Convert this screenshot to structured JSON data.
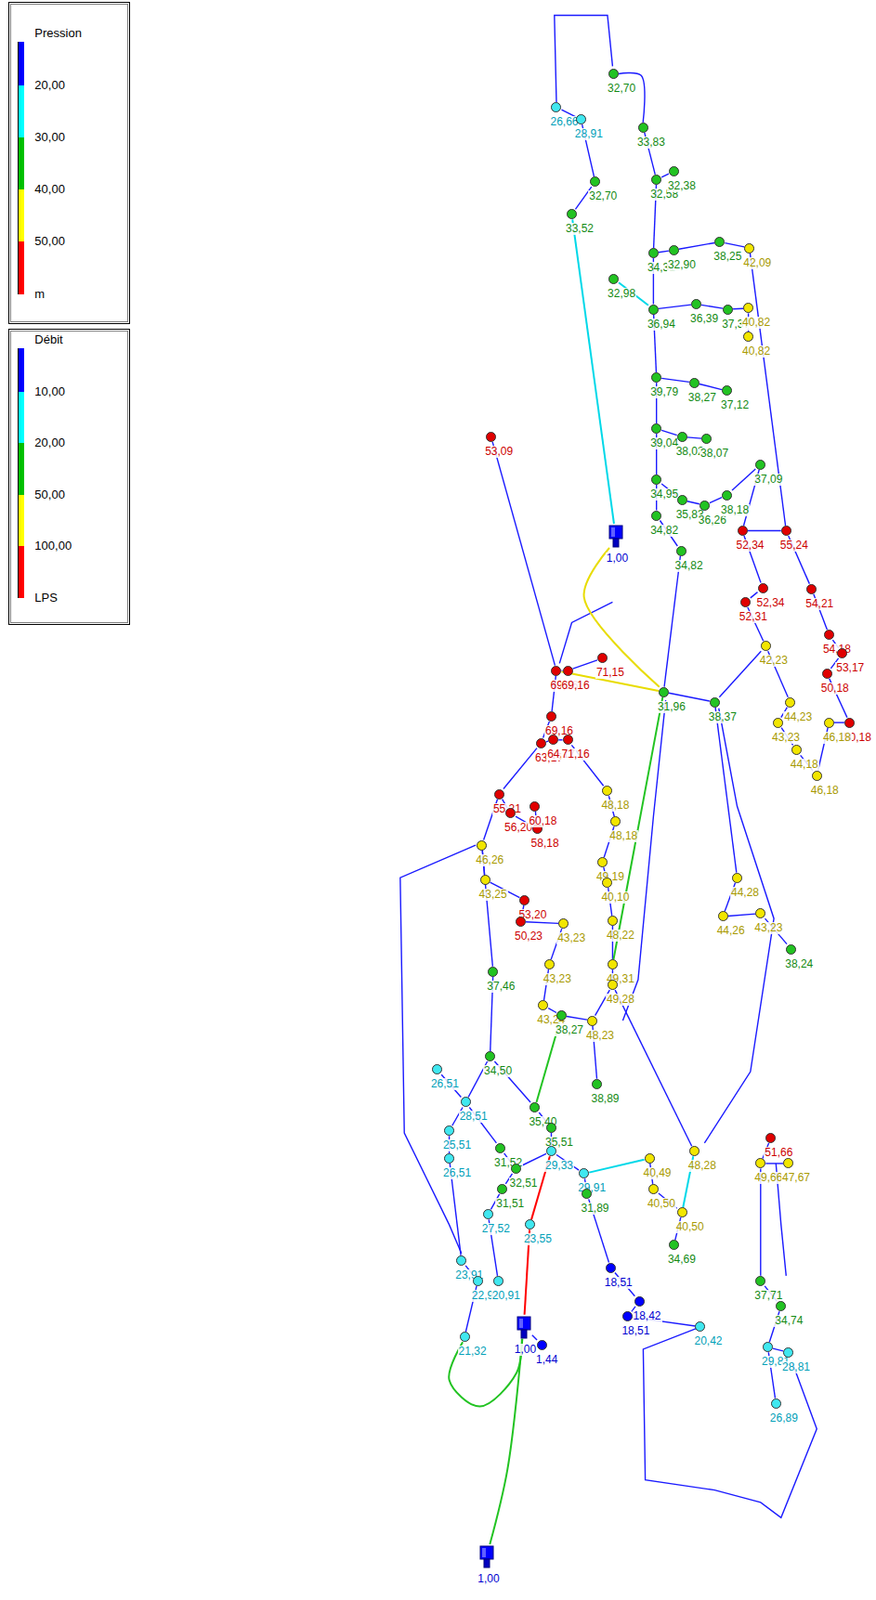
{
  "diagram": {
    "nodes": [
      {
        "text": [
          "32,70"
        ]
      },
      {
        "text": [
          "26,66"
        ]
      },
      {
        "text": [
          "28,91"
        ]
      },
      {
        "text": [
          "33,83"
        ]
      },
      {
        "text": [
          "32,70"
        ]
      },
      {
        "text": [
          "33,52"
        ]
      },
      {
        "text": [
          "32,58"
        ]
      },
      {
        "text": [
          "32,38"
        ]
      },
      {
        "text": [
          "32,98"
        ]
      },
      {
        "text": [
          "34,31"
        ]
      },
      {
        "text": [
          "32,90"
        ]
      },
      {
        "text": [
          "38,25"
        ]
      },
      {
        "text": [
          "42,09"
        ]
      },
      {
        "text": [
          "36,94"
        ]
      },
      {
        "text": [
          "36,39"
        ]
      },
      {
        "text": [
          "37,37"
        ]
      },
      {
        "text": [
          "40,82"
        ]
      },
      {
        "text": [
          "40,82"
        ]
      },
      {
        "text": [
          "39,79"
        ]
      },
      {
        "text": [
          "38,27"
        ]
      },
      {
        "text": [
          "37,12"
        ]
      },
      {
        "text": [
          "39,04"
        ]
      },
      {
        "text": [
          "38,02"
        ]
      },
      {
        "text": [
          "38,07"
        ]
      },
      {
        "text": [
          "37,09"
        ]
      },
      {
        "text": [
          "34,95"
        ]
      },
      {
        "text": [
          "35,83"
        ]
      },
      {
        "text": [
          "34,82"
        ]
      },
      {
        "text": [
          "36,26"
        ]
      },
      {
        "text": [
          "38,18"
        ]
      },
      {
        "text": [
          "34,82"
        ]
      },
      {
        "text": [
          "52,34"
        ]
      },
      {
        "text": [
          "55,24"
        ]
      },
      {
        "text": [
          "52,34"
        ]
      },
      {
        "text": [
          "52,31"
        ]
      },
      {
        "text": [
          "54,21"
        ]
      },
      {
        "text": [
          "54,18"
        ]
      },
      {
        "text": [
          "53,17"
        ]
      },
      {
        "text": [
          "50,18"
        ]
      },
      {
        "text": [
          "50,18"
        ]
      },
      {
        "text": [
          "42,23"
        ]
      },
      {
        "text": [
          "44,23"
        ]
      },
      {
        "text": [
          "43,23"
        ]
      },
      {
        "text": [
          "44,18"
        ]
      },
      {
        "text": [
          "46,18"
        ]
      },
      {
        "text": [
          "46,18"
        ]
      },
      {
        "text": [
          "53,09"
        ]
      },
      {
        "text": [
          "1,00"
        ]
      },
      {
        "text": [
          "31,96"
        ]
      },
      {
        "text": [
          "38,37"
        ]
      },
      {
        "text": [
          "69,16"
        ]
      },
      {
        "text": [
          "69,16"
        ]
      },
      {
        "text": [
          "71,15"
        ]
      },
      {
        "text": [
          "69,16"
        ]
      },
      {
        "text": [
          "63,17"
        ]
      },
      {
        "text": [
          "64,17"
        ]
      },
      {
        "text": [
          "71,16"
        ]
      },
      {
        "text": [
          "55,21"
        ]
      },
      {
        "text": [
          "56,20"
        ]
      },
      {
        "text": [
          "58,18"
        ]
      },
      {
        "text": [
          "60,18"
        ]
      },
      {
        "text": [
          "46,26"
        ]
      },
      {
        "text": [
          "43,25"
        ]
      },
      {
        "text": [
          "53,20"
        ]
      },
      {
        "text": [
          "50,23"
        ]
      },
      {
        "text": [
          "48,18"
        ]
      },
      {
        "text": [
          "48,18"
        ]
      },
      {
        "text": [
          "49,19"
        ]
      },
      {
        "text": [
          "40,10"
        ]
      },
      {
        "text": [
          "48,22"
        ]
      },
      {
        "text": [
          "43,23"
        ]
      },
      {
        "text": [
          "49,31"
        ]
      },
      {
        "text": [
          "49,28"
        ]
      },
      {
        "text": [
          "43,23"
        ]
      },
      {
        "text": [
          "43,24"
        ]
      },
      {
        "text": [
          "38,27"
        ]
      },
      {
        "text": [
          "48,23"
        ]
      },
      {
        "text": [
          "38,89"
        ]
      },
      {
        "text": [
          "44,26"
        ]
      },
      {
        "text": [
          "44,28"
        ]
      },
      {
        "text": [
          "43,23"
        ]
      },
      {
        "text": [
          "38,24"
        ]
      },
      {
        "text": [
          "37,46"
        ]
      },
      {
        "text": [
          "34,50"
        ]
      },
      {
        "text": [
          "26,51"
        ]
      },
      {
        "text": [
          "28,51"
        ]
      },
      {
        "text": [
          "25,51"
        ]
      },
      {
        "text": [
          "26,51"
        ]
      },
      {
        "text": [
          "31,52"
        ]
      },
      {
        "text": [
          "35,40"
        ]
      },
      {
        "text": [
          "35,51"
        ]
      },
      {
        "text": [
          "29,33"
        ]
      },
      {
        "text": [
          "32,51"
        ]
      },
      {
        "text": [
          "31,51"
        ]
      },
      {
        "text": [
          "27,52"
        ]
      },
      {
        "text": [
          "23,91"
        ]
      },
      {
        "text": [
          "22,91"
        ]
      },
      {
        "text": [
          "20,91"
        ]
      },
      {
        "text": [
          "21,32"
        ]
      },
      {
        "text": [
          "1,00"
        ]
      },
      {
        "text": [
          "1,44"
        ]
      },
      {
        "text": [
          "23,55"
        ]
      },
      {
        "text": [
          "29,91"
        ]
      },
      {
        "text": [
          "31,89"
        ]
      },
      {
        "text": [
          "18,51"
        ]
      },
      {
        "text": [
          "18,42"
        ]
      },
      {
        "text": [
          "18,51"
        ]
      },
      {
        "text": [
          "20,42"
        ]
      },
      {
        "text": [
          "40,49"
        ]
      },
      {
        "text": [
          "40,50"
        ]
      },
      {
        "text": [
          "34,69"
        ]
      },
      {
        "text": [
          "40,50"
        ]
      },
      {
        "text": [
          "48,28"
        ]
      },
      {
        "text": [
          "51,66"
        ]
      },
      {
        "text": [
          "49,66"
        ]
      },
      {
        "text": [
          "47,67"
        ]
      },
      {
        "text": [
          "37,71"
        ]
      },
      {
        "text": [
          "34,74"
        ]
      },
      {
        "text": [
          "29,81"
        ]
      },
      {
        "text": [
          "28,81"
        ]
      },
      {
        "text": [
          "26,89"
        ]
      },
      {
        "text": [
          "1,00"
        ]
      }
    ],
    "edges": [
      {
        "from": 1,
        "to": 2,
        "arrow": "none"
      },
      {
        "from": 0,
        "to": 3,
        "arrow": "none"
      },
      {
        "from": 2,
        "to": 4,
        "arrow": "none"
      },
      {
        "from": 4,
        "to": 5,
        "arrow": "none"
      },
      {
        "from": 3,
        "to": 6,
        "arrow": "none"
      },
      {
        "from": 6,
        "to": 7,
        "arrow": "none"
      },
      {
        "from": 5,
        "to": 47,
        "arrow": "none"
      },
      {
        "from": 6,
        "to": 9,
        "arrow": "none"
      },
      {
        "from": 9,
        "to": 10,
        "arrow": "none"
      },
      {
        "from": 10,
        "to": 11,
        "arrow": "none"
      },
      {
        "from": 11,
        "to": 12,
        "arrow": "none"
      },
      {
        "from": 9,
        "to": 13,
        "arrow": "none"
      },
      {
        "from": 8,
        "to": 13,
        "arrow": "none"
      },
      {
        "from": 13,
        "to": 14,
        "arrow": "none"
      },
      {
        "from": 14,
        "to": 15,
        "arrow": "none"
      },
      {
        "from": 15,
        "to": 16,
        "arrow": "none"
      },
      {
        "from": 16,
        "to": 17,
        "arrow": "none"
      },
      {
        "from": 13,
        "to": 18,
        "arrow": "none"
      },
      {
        "from": 18,
        "to": 19,
        "arrow": "none"
      },
      {
        "from": 19,
        "to": 20,
        "arrow": "none"
      },
      {
        "from": 18,
        "to": 21,
        "arrow": "none"
      },
      {
        "from": 21,
        "to": 22,
        "arrow": "none"
      },
      {
        "from": 22,
        "to": 23,
        "arrow": "none"
      },
      {
        "from": 21,
        "to": 25,
        "arrow": "none"
      },
      {
        "from": 25,
        "to": 26,
        "arrow": "none"
      },
      {
        "from": 26,
        "to": 28,
        "arrow": "none"
      },
      {
        "from": 28,
        "to": 29,
        "arrow": "none"
      },
      {
        "from": 25,
        "to": 27,
        "arrow": "none"
      },
      {
        "from": 27,
        "to": 30,
        "arrow": "none"
      },
      {
        "from": 29,
        "to": 24,
        "arrow": "none"
      },
      {
        "from": 24,
        "to": 31,
        "arrow": "none"
      },
      {
        "from": 31,
        "to": 33,
        "arrow": "none"
      },
      {
        "from": 33,
        "to": 34,
        "arrow": "none"
      },
      {
        "from": 31,
        "to": 32,
        "arrow": "none"
      },
      {
        "from": 32,
        "to": 35,
        "arrow": "none"
      },
      {
        "from": 35,
        "to": 36,
        "arrow": "none"
      },
      {
        "from": 36,
        "to": 37,
        "arrow": "none"
      },
      {
        "from": 37,
        "to": 38,
        "arrow": "none"
      },
      {
        "from": 38,
        "to": 39,
        "arrow": "none"
      },
      {
        "from": 12,
        "to": 32,
        "arrow": "none"
      },
      {
        "from": 47,
        "to": 48,
        "arrow": "none"
      },
      {
        "from": 50,
        "to": 48,
        "arrow": "none"
      },
      {
        "from": 48,
        "to": 49,
        "arrow": "none"
      },
      {
        "from": 49,
        "to": 40,
        "arrow": "none"
      },
      {
        "from": 40,
        "to": 41,
        "arrow": "none"
      },
      {
        "from": 41,
        "to": 42,
        "arrow": "none"
      },
      {
        "from": 42,
        "to": 43,
        "arrow": "none"
      },
      {
        "from": 43,
        "to": 45,
        "arrow": "none"
      },
      {
        "from": 44,
        "to": 45,
        "arrow": "none"
      },
      {
        "from": 39,
        "to": 44,
        "arrow": "none"
      },
      {
        "from": 34,
        "to": 40,
        "arrow": "none"
      },
      {
        "from": 30,
        "to": 48,
        "arrow": "none"
      },
      {
        "from": 46,
        "to": 50,
        "arrow": "none"
      },
      {
        "from": 50,
        "to": 51,
        "arrow": "none"
      },
      {
        "from": 51,
        "to": 52,
        "arrow": "none"
      },
      {
        "from": 50,
        "to": 53,
        "arrow": "none"
      },
      {
        "from": 53,
        "to": 54,
        "arrow": "none"
      },
      {
        "from": 54,
        "to": 55,
        "arrow": "none"
      },
      {
        "from": 55,
        "to": 56,
        "arrow": "none"
      },
      {
        "from": 54,
        "to": 57,
        "arrow": "none"
      },
      {
        "from": 57,
        "to": 58,
        "arrow": "none"
      },
      {
        "from": 58,
        "to": 59,
        "arrow": "none"
      },
      {
        "from": 59,
        "to": 60,
        "arrow": "none"
      },
      {
        "from": 57,
        "to": 61,
        "arrow": "none"
      },
      {
        "from": 61,
        "to": 62,
        "arrow": "none"
      },
      {
        "from": 62,
        "to": 63,
        "arrow": "none"
      },
      {
        "from": 63,
        "to": 64,
        "arrow": "none"
      },
      {
        "from": 56,
        "to": 65,
        "arrow": "none"
      },
      {
        "from": 65,
        "to": 66,
        "arrow": "none"
      },
      {
        "from": 66,
        "to": 67,
        "arrow": "none"
      },
      {
        "from": 67,
        "to": 68,
        "arrow": "none"
      },
      {
        "from": 68,
        "to": 69,
        "arrow": "none"
      },
      {
        "from": 69,
        "to": 71,
        "arrow": "none"
      },
      {
        "from": 71,
        "to": 72,
        "arrow": "none"
      },
      {
        "from": 70,
        "to": 73,
        "arrow": "none"
      },
      {
        "from": 73,
        "to": 74,
        "arrow": "none"
      },
      {
        "from": 74,
        "to": 75,
        "arrow": "none"
      },
      {
        "from": 75,
        "to": 76,
        "arrow": "none"
      },
      {
        "from": 72,
        "to": 76,
        "arrow": "none"
      },
      {
        "from": 76,
        "to": 77,
        "arrow": "none"
      },
      {
        "from": 64,
        "to": 70,
        "arrow": "none"
      },
      {
        "from": 48,
        "to": 71,
        "arrow": "none"
      },
      {
        "from": 49,
        "to": 79,
        "arrow": "none"
      },
      {
        "from": 79,
        "to": 78,
        "arrow": "none"
      },
      {
        "from": 78,
        "to": 80,
        "arrow": "none"
      },
      {
        "from": 80,
        "to": 81,
        "arrow": "none"
      },
      {
        "from": 61,
        "to": 82,
        "arrow": "none"
      },
      {
        "from": 82,
        "to": 83,
        "arrow": "none"
      },
      {
        "from": 83,
        "to": 85,
        "arrow": "none"
      },
      {
        "from": 84,
        "to": 85,
        "arrow": "none"
      },
      {
        "from": 85,
        "to": 86,
        "arrow": "none"
      },
      {
        "from": 86,
        "to": 87,
        "arrow": "none"
      },
      {
        "from": 85,
        "to": 88,
        "arrow": "none"
      },
      {
        "from": 88,
        "to": 92,
        "arrow": "none"
      },
      {
        "from": 83,
        "to": 89,
        "arrow": "none"
      },
      {
        "from": 89,
        "to": 90,
        "arrow": "none"
      },
      {
        "from": 90,
        "to": 91,
        "arrow": "none"
      },
      {
        "from": 91,
        "to": 92,
        "arrow": "none"
      },
      {
        "from": 92,
        "to": 93,
        "arrow": "none"
      },
      {
        "from": 93,
        "to": 94,
        "arrow": "none"
      },
      {
        "from": 94,
        "to": 97,
        "arrow": "none"
      },
      {
        "from": 87,
        "to": 95,
        "arrow": "none"
      },
      {
        "from": 95,
        "to": 96,
        "arrow": "none"
      },
      {
        "from": 96,
        "to": 98,
        "arrow": "none"
      },
      {
        "from": 98,
        "to": 99,
        "arrow": "none"
      },
      {
        "from": 99,
        "to": 101,
        "arrow": "none"
      },
      {
        "from": 101,
        "to": 91,
        "arrow": "none"
      },
      {
        "from": 121,
        "to": 99,
        "arrow": "none"
      },
      {
        "from": 99,
        "to": 100,
        "arrow": "none"
      },
      {
        "from": 75,
        "to": 89,
        "arrow": "none"
      },
      {
        "from": 91,
        "to": 102,
        "arrow": "none"
      },
      {
        "from": 102,
        "to": 108,
        "arrow": "none"
      },
      {
        "from": 102,
        "to": 103,
        "arrow": "none"
      },
      {
        "from": 103,
        "to": 104,
        "arrow": "none"
      },
      {
        "from": 104,
        "to": 105,
        "arrow": "none"
      },
      {
        "from": 105,
        "to": 106,
        "arrow": "none"
      },
      {
        "from": 106,
        "to": 107,
        "arrow": "none"
      },
      {
        "from": 108,
        "to": 109,
        "arrow": "none"
      },
      {
        "from": 109,
        "to": 111,
        "arrow": "none"
      },
      {
        "from": 111,
        "to": 110,
        "arrow": "none"
      },
      {
        "from": 111,
        "to": 112,
        "arrow": "none"
      },
      {
        "from": 72,
        "to": 112,
        "arrow": "none"
      },
      {
        "from": 113,
        "to": 114,
        "arrow": "none"
      },
      {
        "from": 114,
        "to": 115,
        "arrow": "none"
      },
      {
        "from": 114,
        "to": 116,
        "arrow": "none"
      },
      {
        "from": 116,
        "to": 117,
        "arrow": "none"
      },
      {
        "from": 117,
        "to": 118,
        "arrow": "none"
      },
      {
        "from": 118,
        "to": 119,
        "arrow": "none"
      },
      {
        "from": 118,
        "to": 120,
        "arrow": "none"
      }
    ],
    "labels": [
      "Pression",
      "Débit"
    ],
    "legend": [
      {
        "text": "20,00",
        "color": "#0000ff"
      },
      {
        "text": "30,00",
        "color": "#00ffff"
      },
      {
        "text": "40,00",
        "color": "#00c000"
      },
      {
        "text": "50,00",
        "color": "#ffff00"
      },
      {
        "text": "m",
        "color": "#ff0000"
      },
      {
        "text": "10,00",
        "color": "#0000ff"
      },
      {
        "text": "20,00",
        "color": "#00ffff"
      },
      {
        "text": "50,00",
        "color": "#00c000"
      },
      {
        "text": "100,00",
        "color": "#ffff00"
      },
      {
        "text": "LPS",
        "color": "#ff0000"
      }
    ]
  }
}
